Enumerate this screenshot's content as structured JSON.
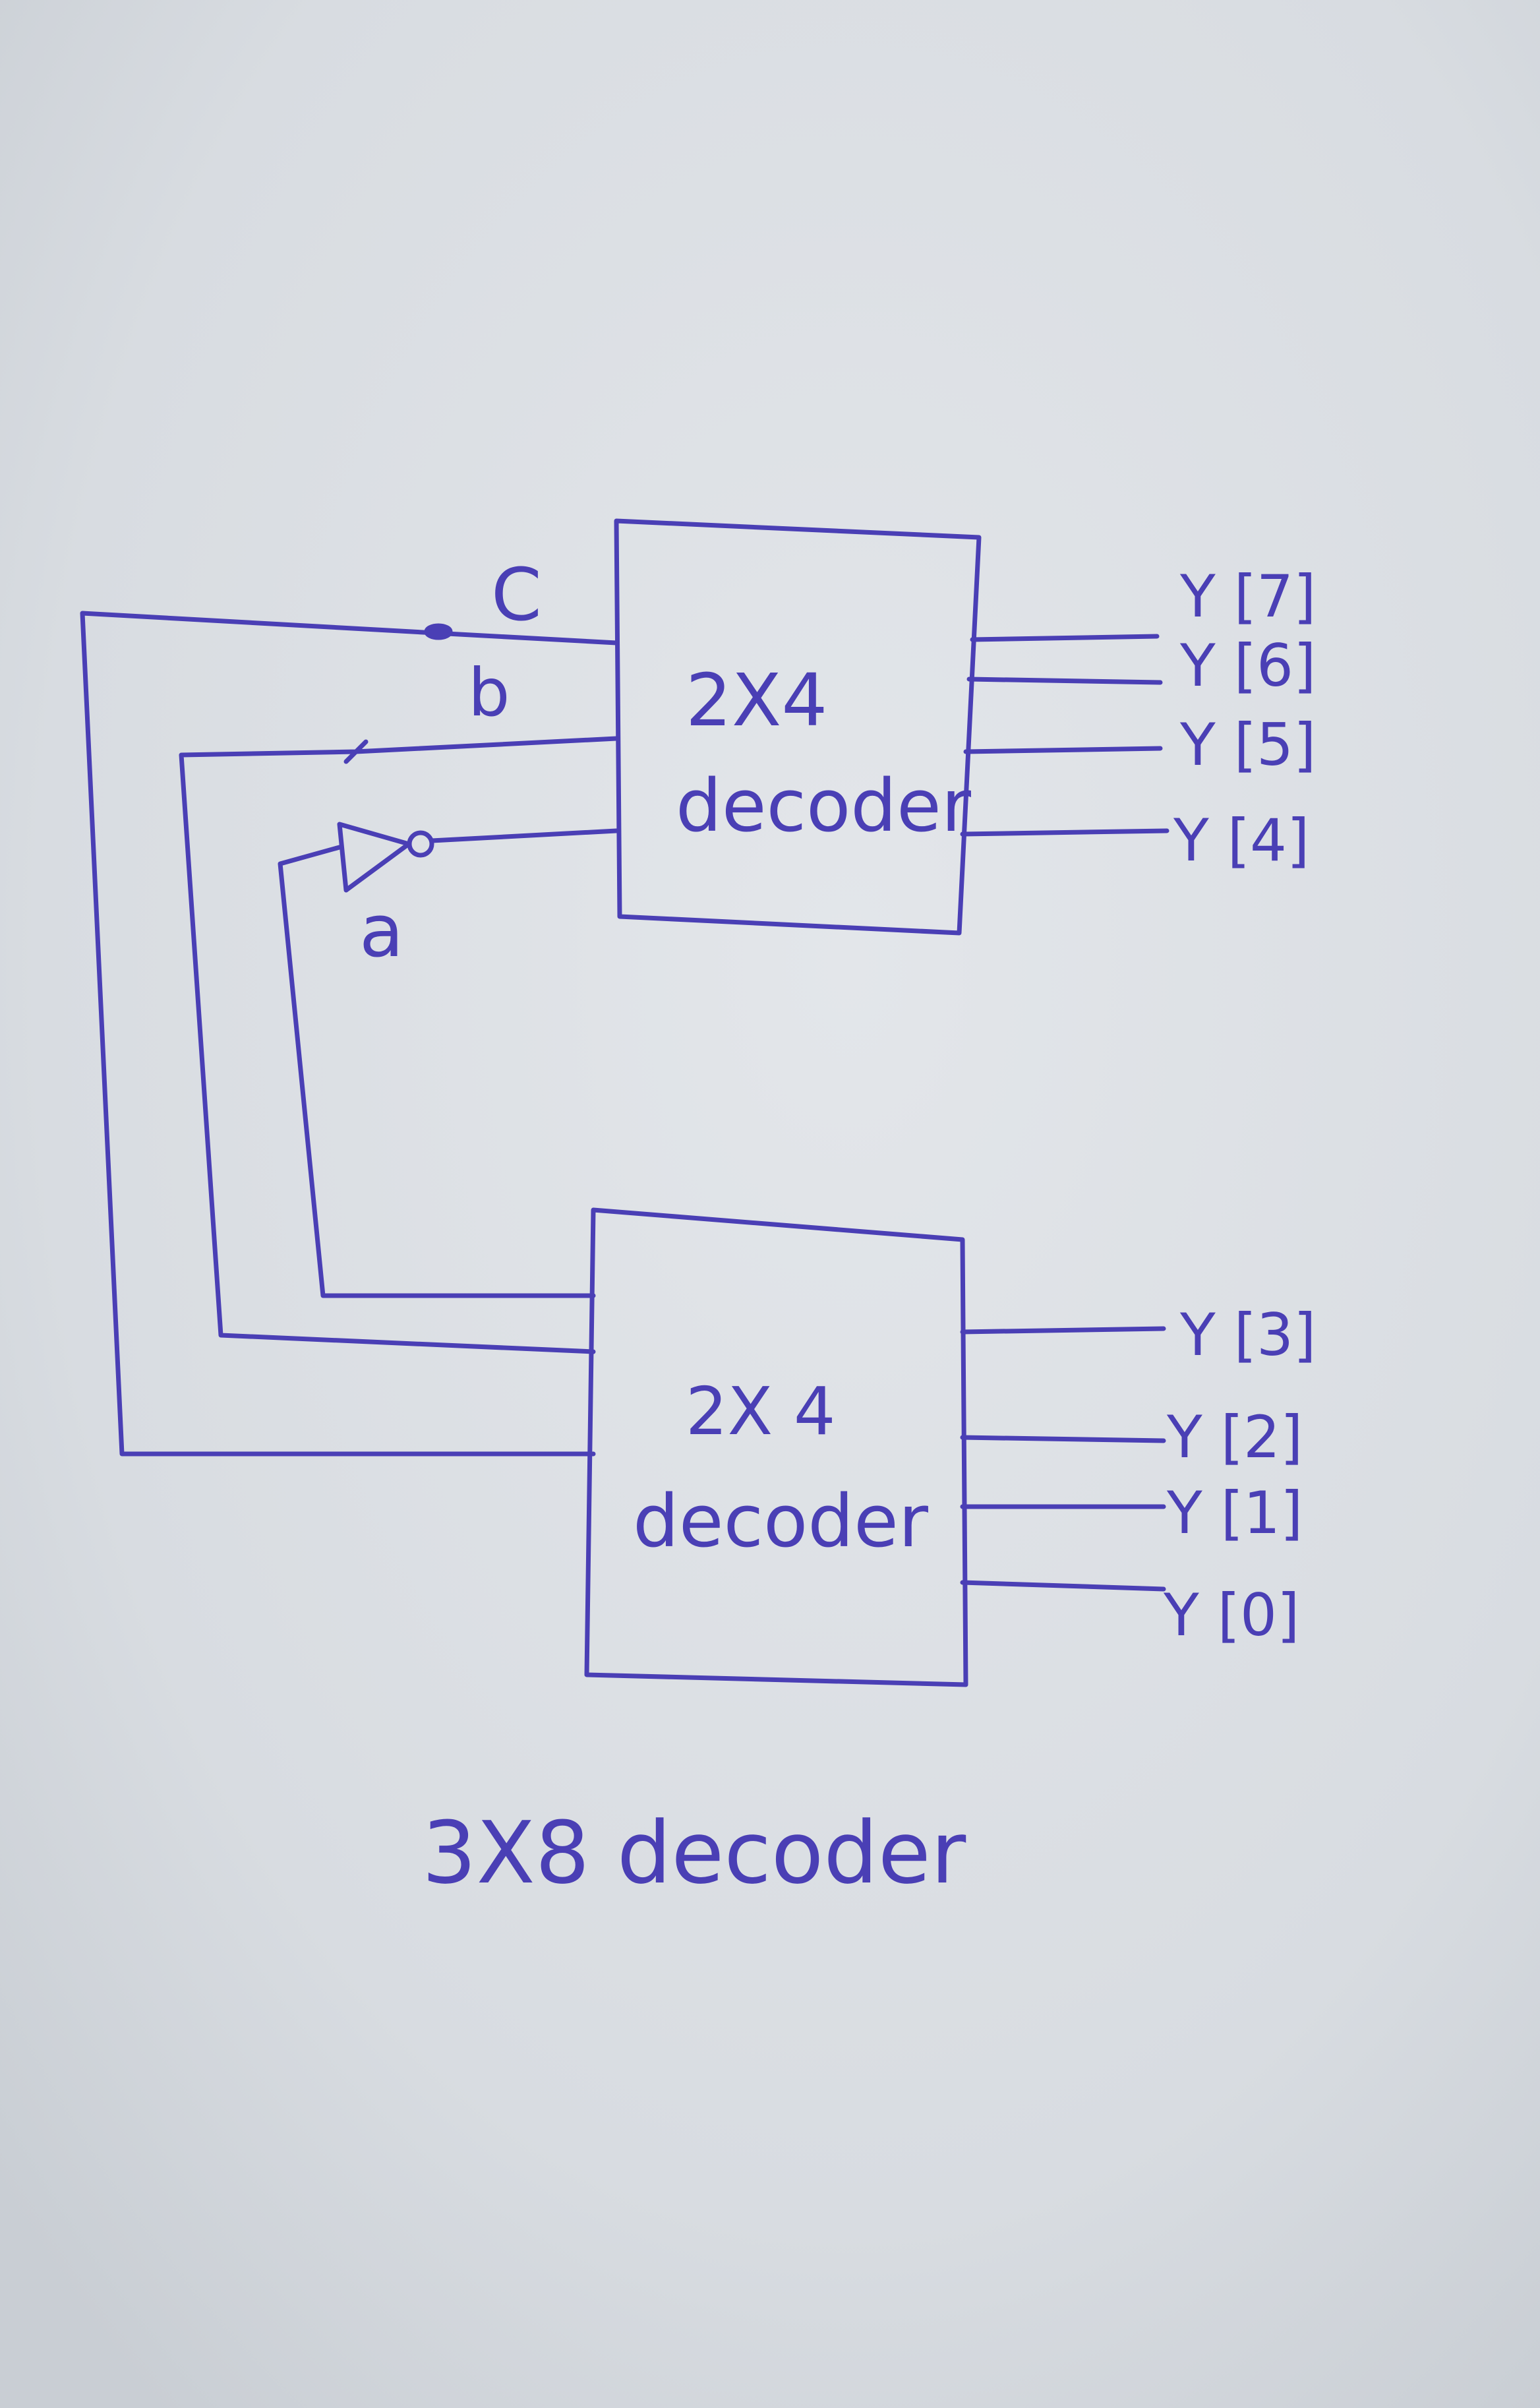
{
  "ink_color": "#4a3fb5",
  "paper_color": "#d9dde2",
  "inputs": {
    "c": "C",
    "b": "b",
    "a": "a"
  },
  "top_decoder": {
    "line1": "2X4",
    "line2": "decoder",
    "outputs": [
      "Y [7]",
      "Y [6]",
      "Y [5]",
      "Y [4]"
    ]
  },
  "bottom_decoder": {
    "line1": "2X 4",
    "line2": "decoder",
    "outputs": [
      "Y [3]",
      "Y [2]",
      "Y [1]",
      "Y [0]"
    ]
  },
  "caption": "3X8 decoder"
}
